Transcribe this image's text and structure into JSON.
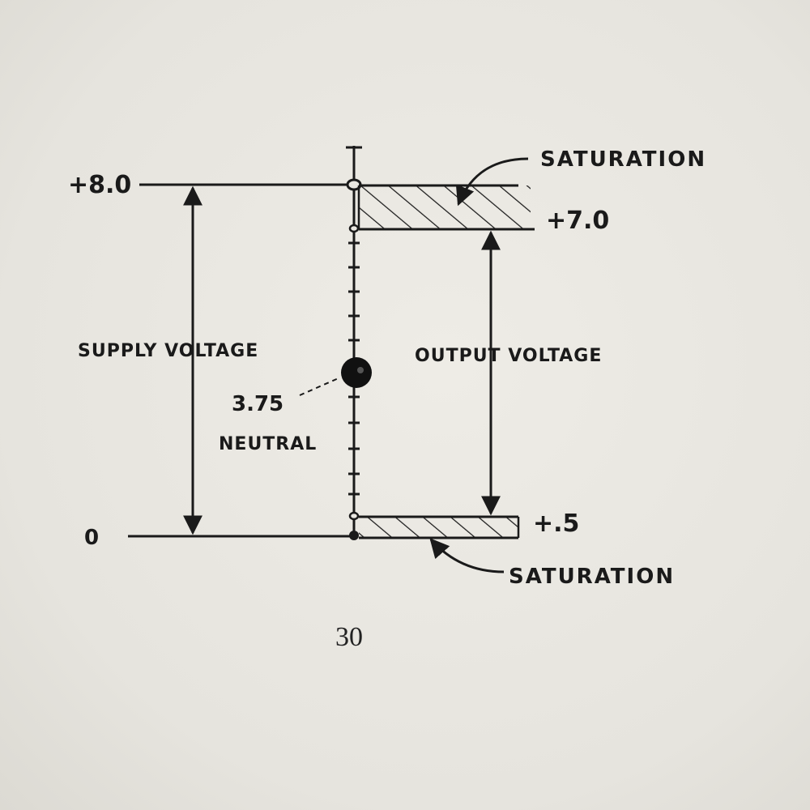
{
  "diagram": {
    "labels": {
      "supply_top": "+8.0",
      "supply_bottom": "0",
      "output_top": "+7.0",
      "output_bottom": "+.5",
      "saturation_top": "SATURATION",
      "saturation_bottom": "SATURATION",
      "supply_voltage": "SUPPLY VOLTAGE",
      "output_voltage": "OUTPUT VOLTAGE",
      "neutral_value": "3.75",
      "neutral_label": "NEUTRAL"
    }
  },
  "page": {
    "number": "30"
  },
  "colors": {
    "ink": "#1a1a1a",
    "paper": "#e9e7e1"
  }
}
